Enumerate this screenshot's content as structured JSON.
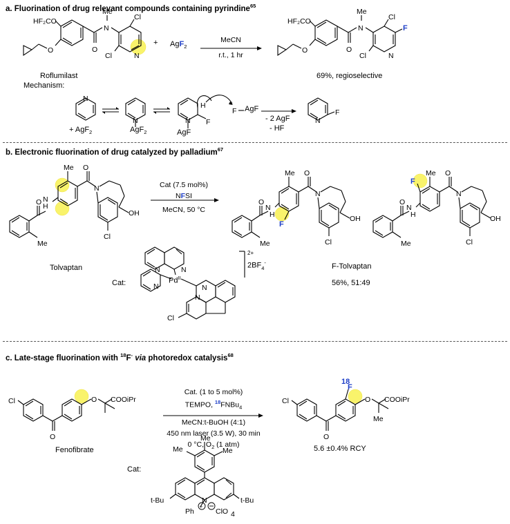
{
  "section_a": {
    "title": "a. Fluorination of drug relevant compounds containing pyrindine",
    "title_ref": "65",
    "reagent_prefix": "Ag",
    "reagent_f": "F",
    "reagent_sub": "2",
    "plus": "+",
    "solvent": "MeCN",
    "conditions": "r.t., 1 hr",
    "substrate_name": "Roflumilast",
    "product_yield": "69%, regioselective",
    "mechanism_label": "Mechanism:",
    "mech_reagent": "+ AgF",
    "mech_reagent_sub": "2",
    "mech_agf2": "AgF",
    "mech_agf2_sub": "2",
    "mech_agf": "AgF",
    "mech_f_agf": "F",
    "mech_f_agf2": "AgF",
    "mech_cond1": "- 2 AgF",
    "mech_cond2": "- HF",
    "atoms": {
      "hf2co": "HF₂CO",
      "me": "Me",
      "cl": "Cl",
      "n": "N",
      "o": "O",
      "h": "H",
      "f": "F"
    }
  },
  "section_b": {
    "title": "b. Electronic fluorination of drug catalyzed by palladium",
    "title_ref": "67",
    "cat_loading": "Cat (7.5 mol%)",
    "nfsi_n": "N",
    "nfsi_f": "F",
    "nfsi_si": "SI",
    "conditions": "MeCN, 50 °C",
    "substrate_name": "Tolvaptan",
    "product_name": "F-Tolvaptan",
    "product_yield": "56%, 51:49",
    "cat_label": "Cat:",
    "charge": "2+",
    "counterion": "2BF",
    "counterion_sub": "4",
    "counterion_sup": "-",
    "pd": "Pd",
    "pd_ox": "II",
    "atoms": {
      "me": "Me",
      "n": "N",
      "h": "H",
      "o": "O",
      "oh": "OH",
      "cl": "Cl",
      "f": "F"
    }
  },
  "section_c": {
    "title_pre": "c. Late-stage fluorination with ",
    "title_iso": "18",
    "title_f": "F",
    "title_minus": "-",
    "title_via": "via",
    "title_post": " photoredox catalysis",
    "title_ref": "68",
    "cat_loading": "Cat. (1 to 5 mol%)",
    "tempo": "TEMPO, ",
    "fnbu4_iso": "18",
    "fnbu4": "FNBu",
    "fnbu4_sub": "4",
    "solvent": "MeCN:t-BuOH (4:1)",
    "laser": "450 nm laser (3.5 W), 30 min",
    "temp": "0 °C, O",
    "temp_sub": "2",
    "temp_post": " (1 atm)",
    "substrate_name": "Fenofibrate",
    "product_yield": "5.6 ±0.4% RCY",
    "cat_label": "Cat:",
    "atoms": {
      "cl": "Cl",
      "o": "O",
      "cooipr": "COOiPr",
      "me": "Me",
      "tbu": "t-Bu",
      "n": "N",
      "ph": "Ph",
      "clo4": "ClO",
      "clo4_sub": "4",
      "f18": "18",
      "f": "F"
    }
  }
}
